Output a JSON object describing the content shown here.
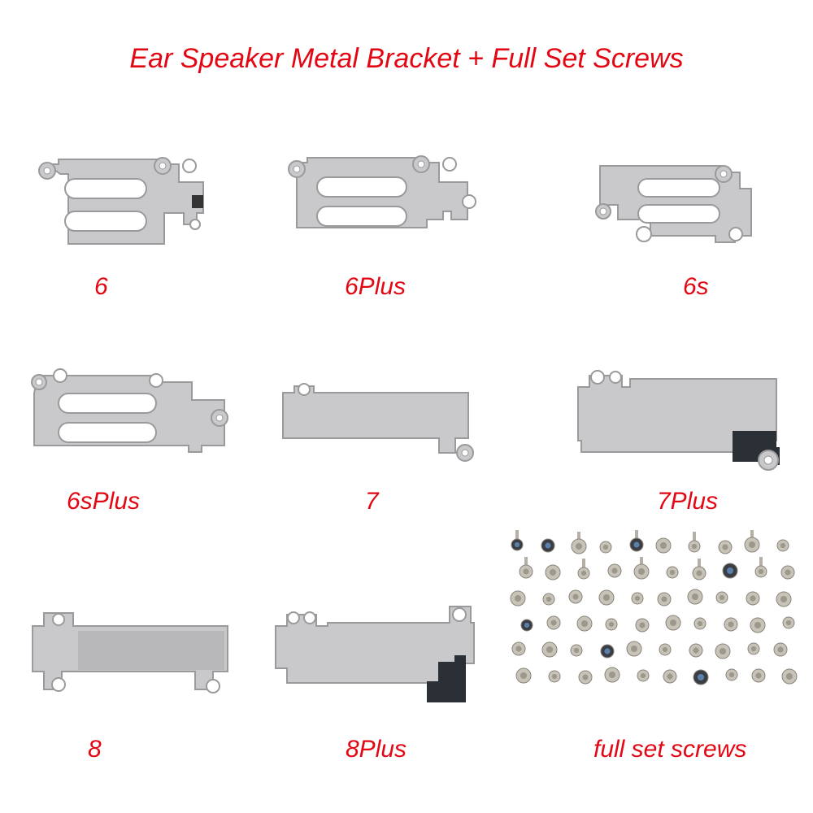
{
  "title": "Ear Speaker Metal Bracket + Full Set Screws",
  "colors": {
    "label": "#e30613",
    "metal": "#c9c9cb",
    "metal_edge": "#9a9a9c",
    "metal_dark": "#a8a8aa",
    "black_tab": "#2b2f36"
  },
  "items": [
    {
      "label": "6",
      "icon": "bracket-6"
    },
    {
      "label": "6Plus",
      "icon": "bracket-6plus"
    },
    {
      "label": "6s",
      "icon": "bracket-6s"
    },
    {
      "label": "6sPlus",
      "icon": "bracket-6splus"
    },
    {
      "label": "7",
      "icon": "bracket-7"
    },
    {
      "label": "7Plus",
      "icon": "bracket-7plus"
    },
    {
      "label": "8",
      "icon": "bracket-8"
    },
    {
      "label": "8Plus",
      "icon": "bracket-8plus"
    },
    {
      "label": "full set screws",
      "icon": "screws-set"
    }
  ]
}
